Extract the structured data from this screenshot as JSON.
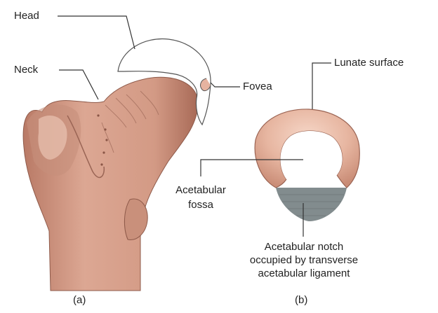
{
  "figure_a": {
    "labels": {
      "head": "Head",
      "neck": "Neck",
      "fovea": "Fovea"
    },
    "caption": "(a)"
  },
  "figure_b": {
    "labels": {
      "lunate_surface": "Lunate surface",
      "acetabular_fossa_line1": "Acetabular",
      "acetabular_fossa_line2": "fossa",
      "notch_line1": "Acetabular notch",
      "notch_line2": "occupied by transverse",
      "notch_line3": "acetabular ligament"
    },
    "caption": "(b)"
  },
  "colors": {
    "bone": "#d9a48f",
    "bone_shadow": "#b97a66",
    "cartilage": "#ffffff",
    "lunate": "#e6b7a2",
    "ligament": "#7f8a8c",
    "line": "#333333"
  }
}
